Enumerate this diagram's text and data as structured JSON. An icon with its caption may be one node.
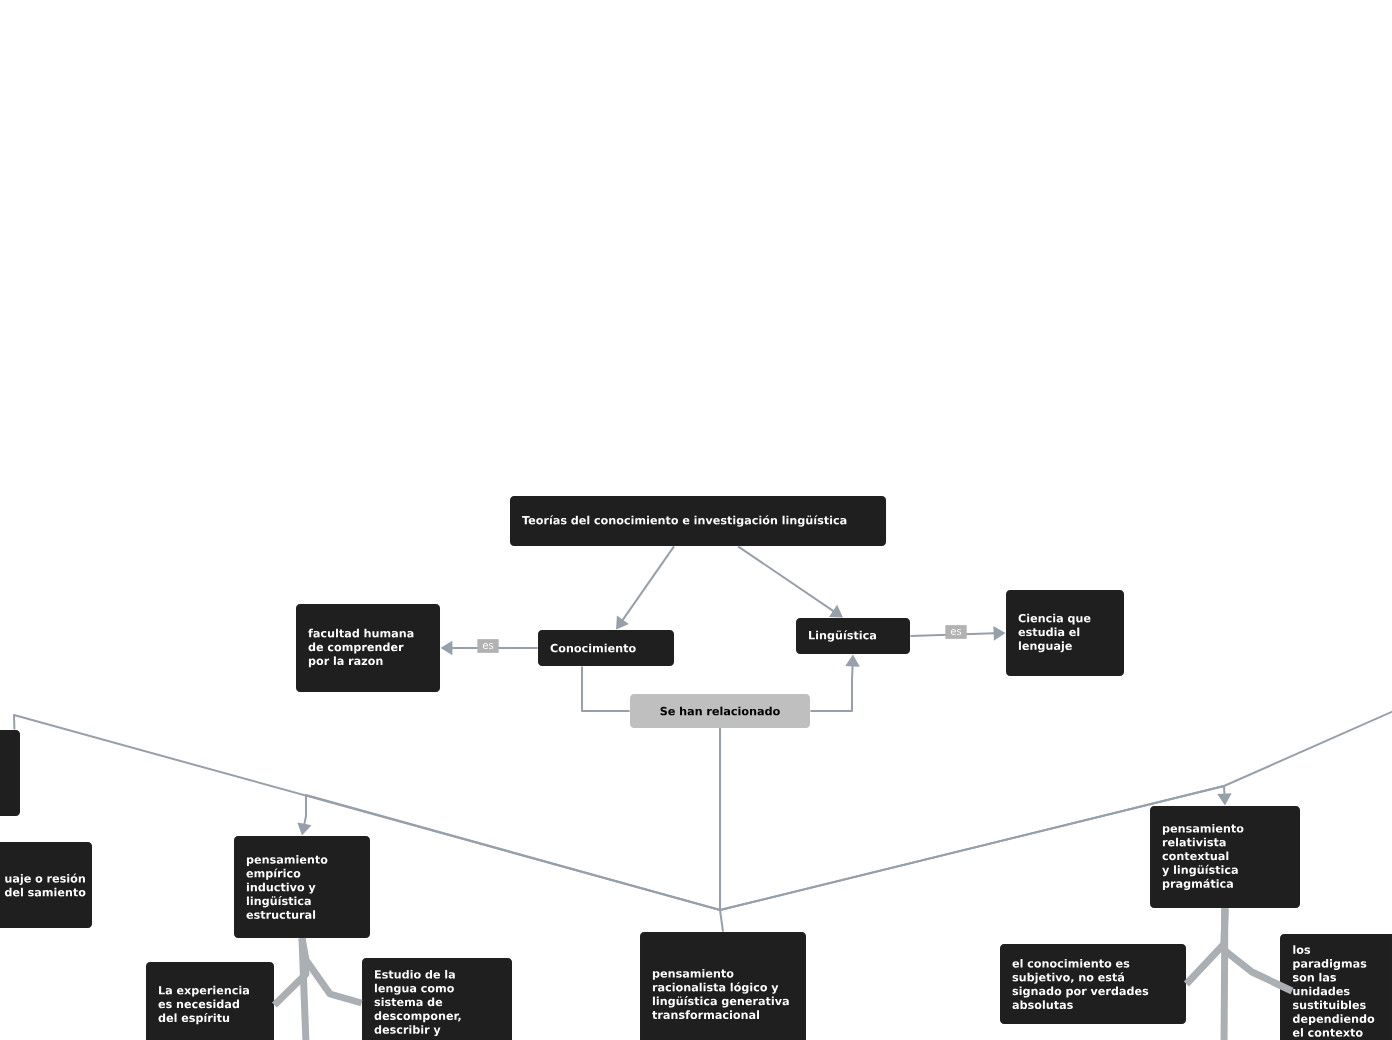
{
  "diagram": {
    "nodes": [
      {
        "text": [
          "Teorías del conocimiento e investigación lingüística"
        ]
      },
      {
        "text": [
          "Conocimiento"
        ]
      },
      {
        "text": [
          "Lingüística"
        ]
      },
      {
        "text": [
          "facultad humana de comprender por la razon"
        ]
      },
      {
        "text": [
          "Ciencia que estudia el lenguaje"
        ]
      },
      {
        "text": [
          "Se han relacionado"
        ]
      },
      {
        "text": [],
        "shape": "box"
      },
      {
        "text": [
          "uaje o resión del samiento"
        ]
      },
      {
        "text": [
          "pensamiento empírico inductivo y lingüística estructural"
        ]
      },
      {
        "text": [
          "La experiencia es necesidad del espíritu"
        ]
      },
      {
        "text": [
          "Estudio de la lengua como sistema de descomponer, describir y"
        ]
      },
      {
        "text": [
          "pensamiento racionalista lógico y lingüística generativa transformacional"
        ]
      },
      {
        "text": [
          "pensamiento relativista contextual y lingüística pragmática"
        ]
      },
      {
        "text": [
          "el conocimiento es subjetivo, no está signado por verdades absolutas"
        ]
      },
      {
        "text": [
          "los paradigmas son las unidades sustituibles dependiendo el contexto"
        ]
      }
    ],
    "edges": [
      {
        "from": 0,
        "to": 1,
        "arrow": "to"
      },
      {
        "from": 0,
        "to": 2,
        "arrow": "to"
      },
      {
        "from": 1,
        "to": 3,
        "arrow": "to",
        "label": "es"
      },
      {
        "from": 2,
        "to": 4,
        "arrow": "to",
        "label": "es"
      },
      {
        "from": 1,
        "to": 5,
        "arrow": "none"
      },
      {
        "from": 5,
        "to": 2,
        "arrow": "to"
      },
      {
        "from": 5,
        "to": 11,
        "arrow": "none"
      },
      {
        "from": 5,
        "to": 8,
        "arrow": "to"
      },
      {
        "from": 5,
        "to": 12,
        "arrow": "to"
      },
      {
        "from": 5,
        "to": 6,
        "arrow": "none"
      },
      {
        "from": 5,
        "to": null,
        "arrow": "none"
      },
      {
        "from": 8,
        "to": 9,
        "arrow": "none",
        "style": "thick"
      },
      {
        "from": 8,
        "to": 10,
        "arrow": "none",
        "style": "thick"
      },
      {
        "from": 8,
        "to": null,
        "arrow": "none",
        "style": "thick"
      },
      {
        "from": 12,
        "to": 13,
        "arrow": "none",
        "style": "thick"
      },
      {
        "from": 12,
        "to": 14,
        "arrow": "none",
        "style": "thick"
      },
      {
        "from": 12,
        "to": null,
        "arrow": "none",
        "style": "thick"
      }
    ]
  }
}
